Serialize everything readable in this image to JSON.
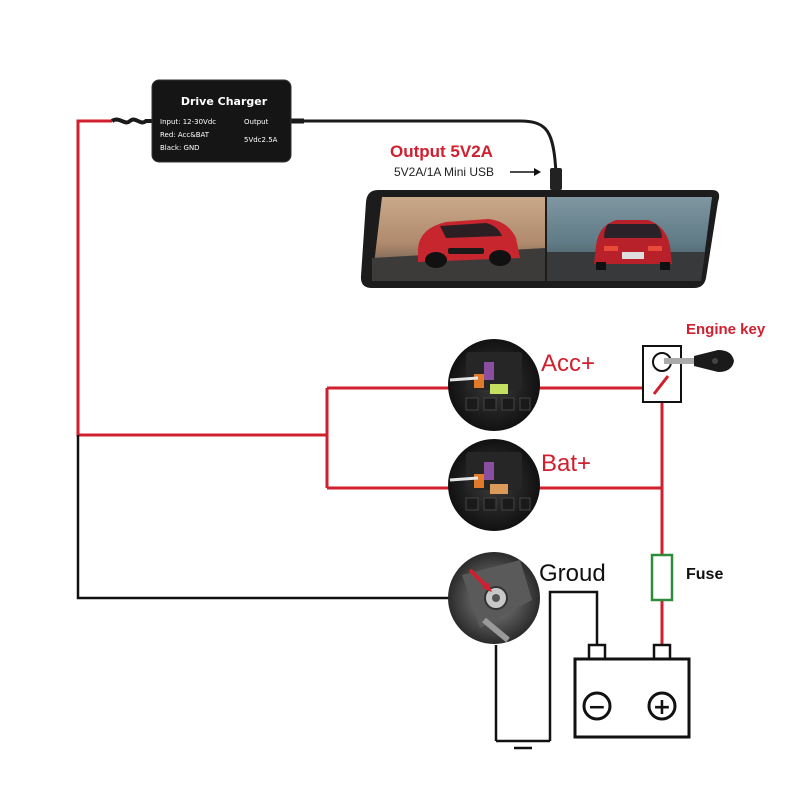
{
  "charger": {
    "title": "Drive Charger",
    "input": "Input: 12-30Vdc",
    "red": "Red: Acc&BAT",
    "black": "Black: GND",
    "output_label": "Output",
    "output_value": "5Vdc2.5A"
  },
  "mirror": {
    "output_title": "Output 5V2A",
    "output_sub": "5V2A/1A Mini USB"
  },
  "labels": {
    "engine_key": "Engine key",
    "acc": "Acc+",
    "bat": "Bat+",
    "ground": "Groud",
    "fuse": "Fuse"
  },
  "battery": {
    "negative": "−",
    "positive": "+"
  },
  "colors": {
    "red_wire": "#d01f2e",
    "black_wire": "#111111",
    "fuse_green": "#2e8b3a",
    "text_red": "#d01f2e"
  }
}
